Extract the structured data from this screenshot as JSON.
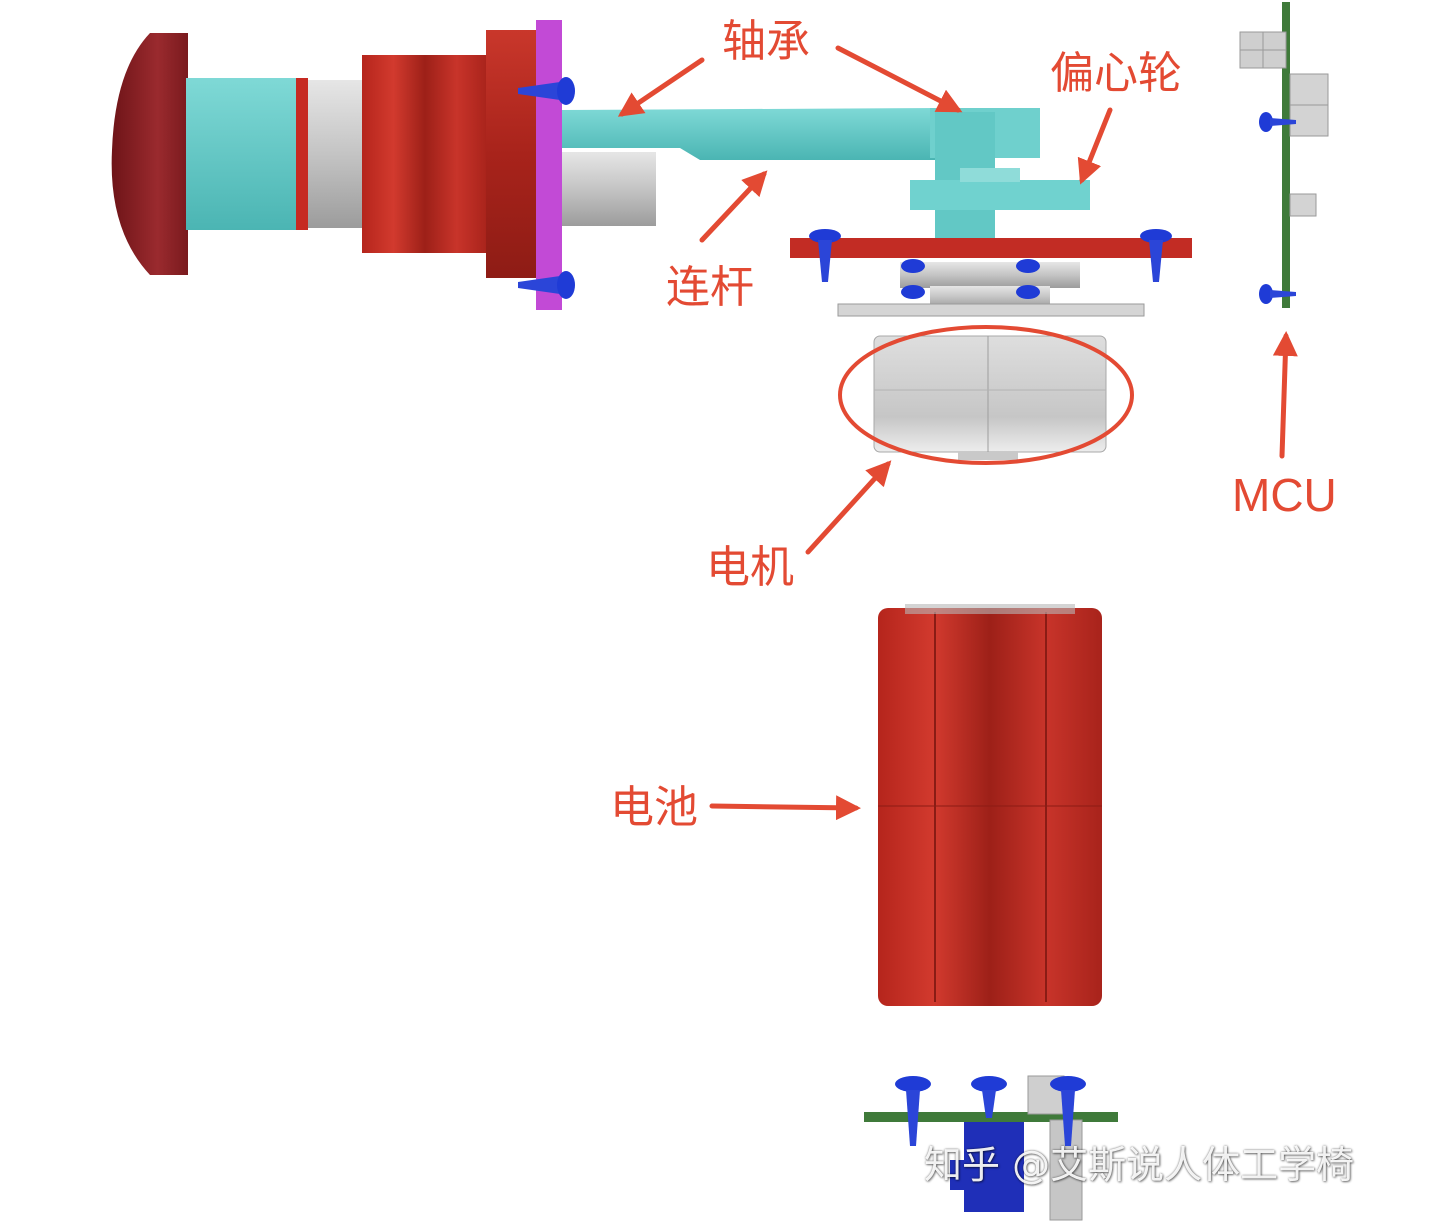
{
  "labels": {
    "bearing": "轴承",
    "eccentric_wheel": "偏心轮",
    "connecting_rod": "连杆",
    "motor": "电机",
    "mcu": "MCU",
    "battery": "电池"
  },
  "watermark": "知乎 @艾斯说人体工学椅",
  "colors": {
    "annotation": "#e34a33",
    "housing_red": "#b8281f",
    "cyan_part": "#5cc6c4",
    "magenta_flange": "#c24ad6",
    "screw_blue": "#1f3bd6",
    "pcb_green": "#3f7a3a",
    "metal_gray": "#cfcfcf"
  }
}
